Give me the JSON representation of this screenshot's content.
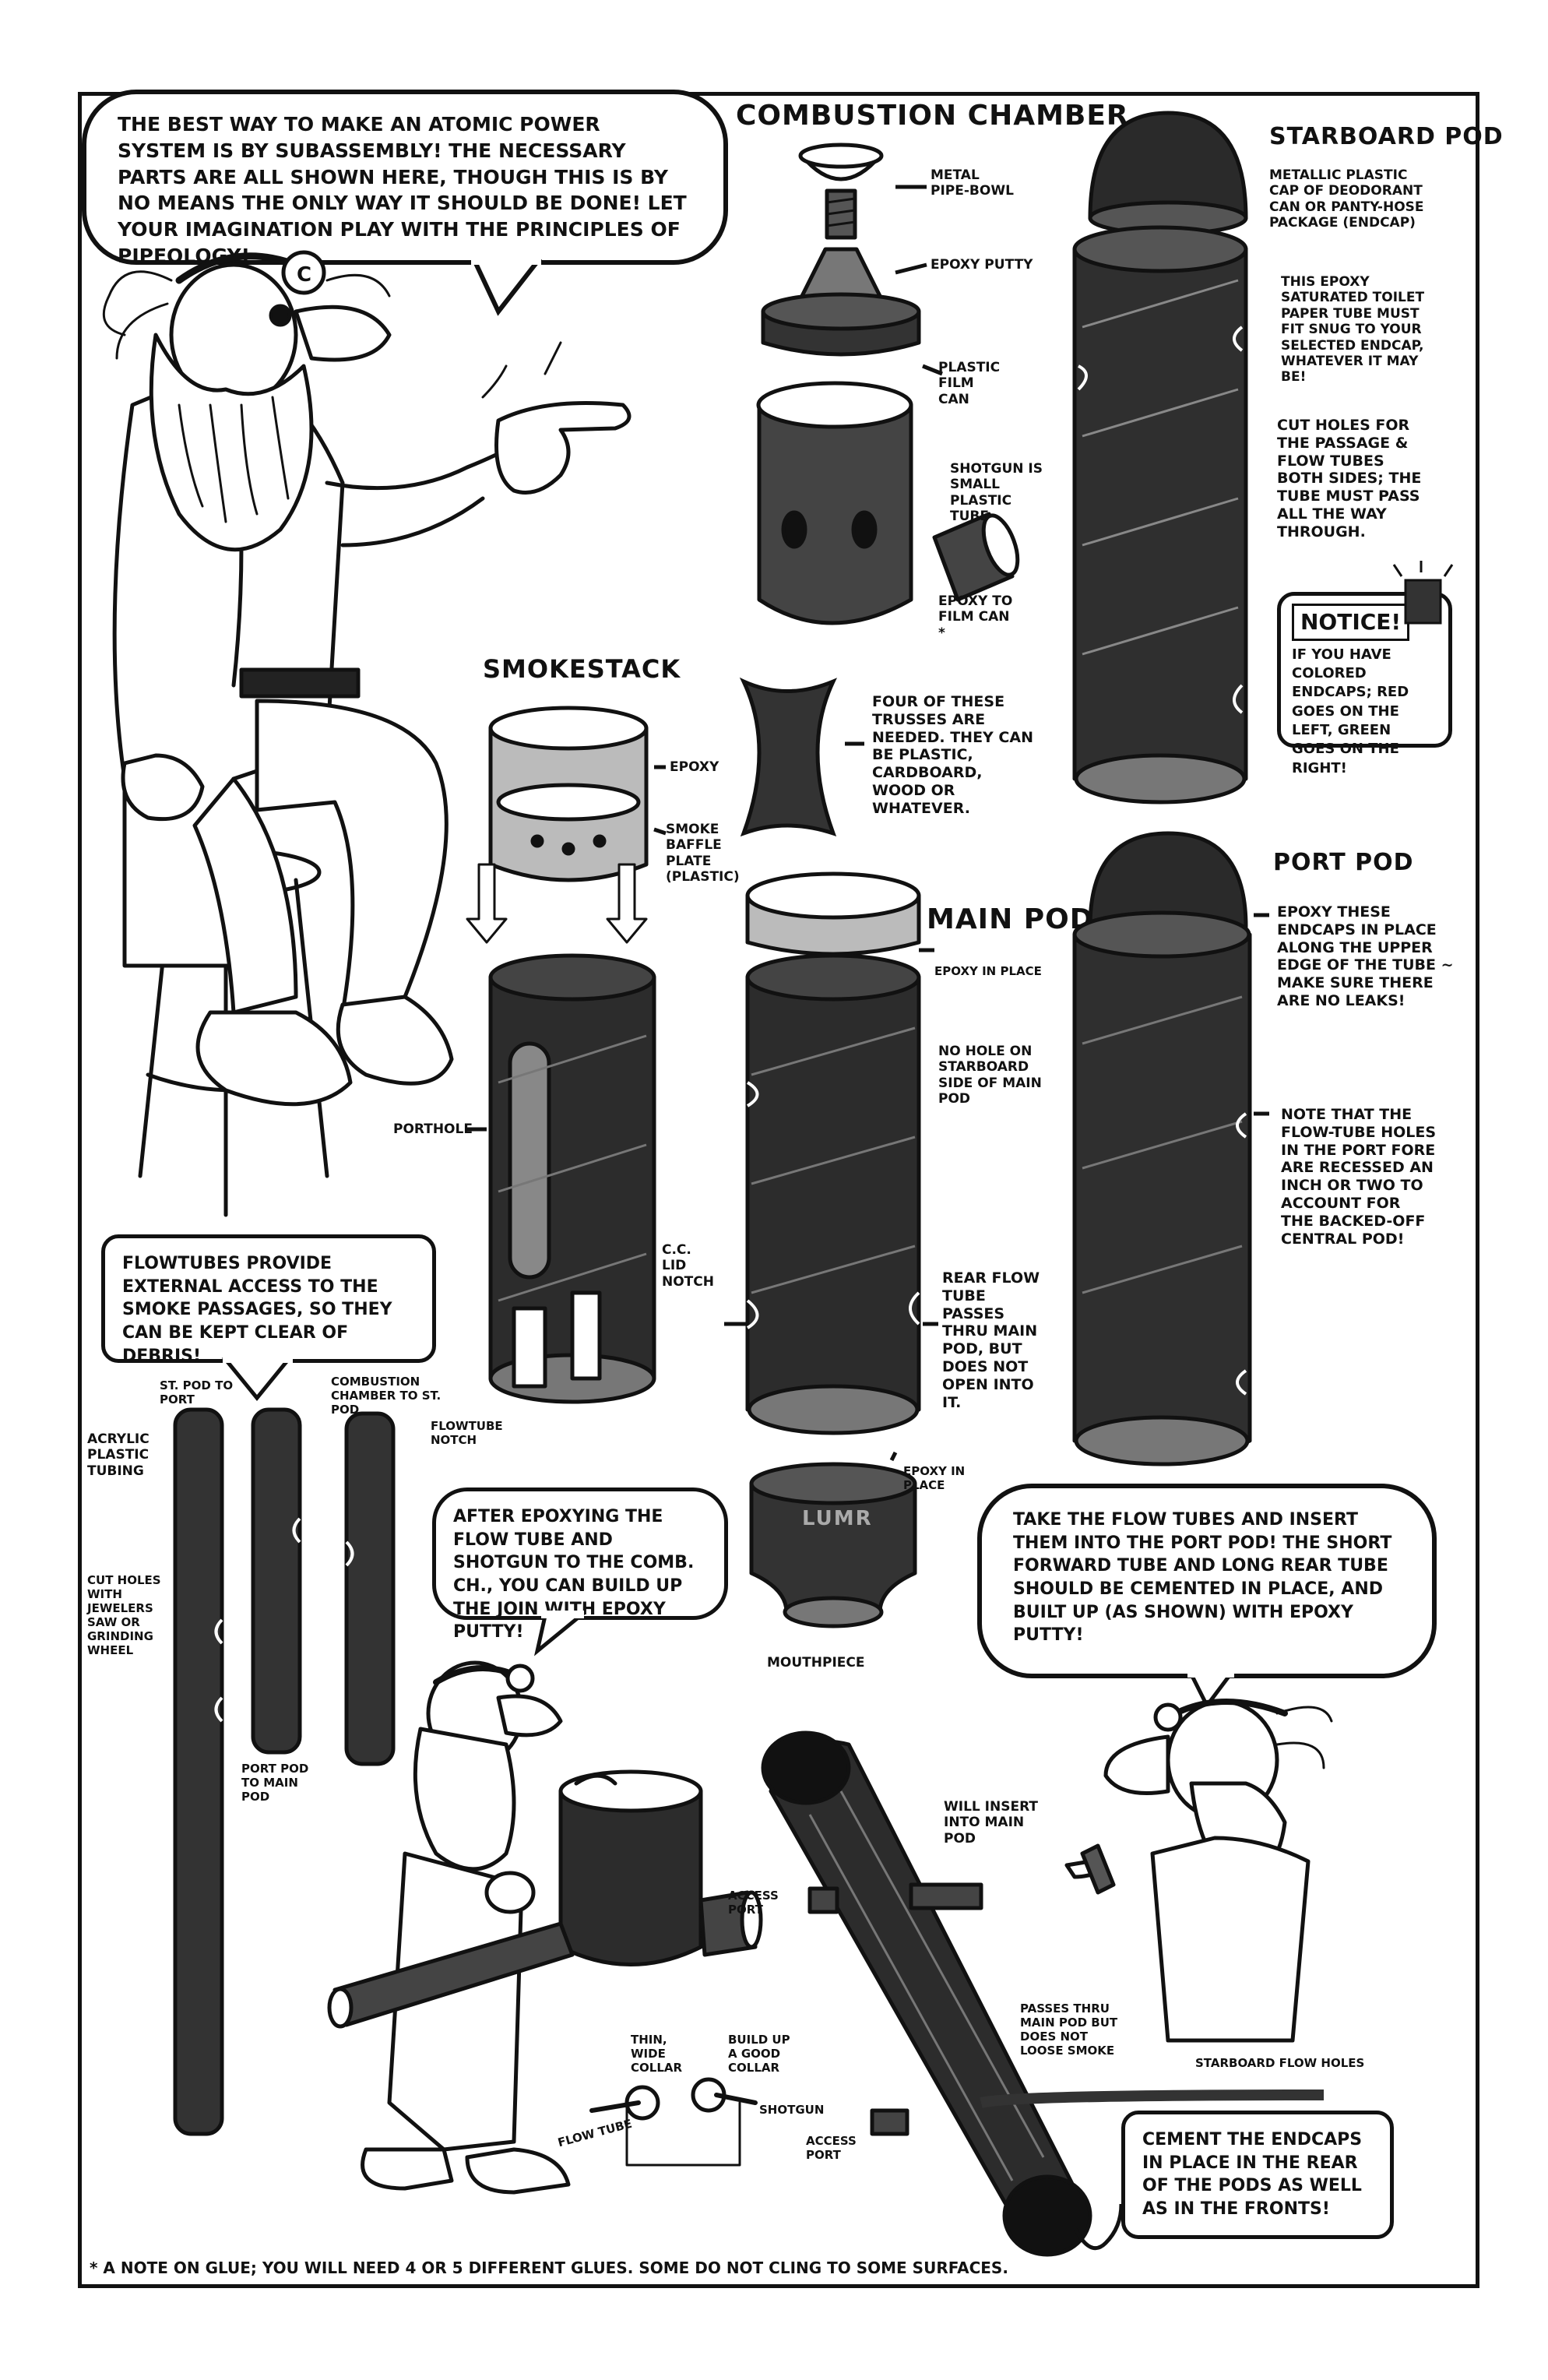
{
  "page": {
    "title_combustion": "COMBUSTION CHAMBER",
    "title_starboard": "STARBOARD POD",
    "title_smokestack": "SMOKESTACK",
    "title_main": "MAIN POD",
    "title_port": "PORT POD",
    "footnote": "* A NOTE ON GLUE; YOU WILL NEED 4 OR 5 DIFFERENT GLUES. SOME DO NOT CLING TO SOME SURFACES."
  },
  "balloons": {
    "intro": "THE BEST WAY TO MAKE AN ATOMIC POWER SYSTEM IS BY SUBASSEMBLY! THE NECESSARY PARTS ARE ALL SHOWN HERE, THOUGH THIS IS BY NO MEANS THE ONLY WAY IT SHOULD BE DONE! LET YOUR IMAGINATION PLAY WITH THE PRINCIPLES OF PIPEOLOGY!",
    "flowtubes": "FLOWTUBES PROVIDE EXTERNAL ACCESS TO THE SMOKE PASSAGES, SO THEY CAN BE KEPT CLEAR OF DEBRIS!",
    "epoxying": "AFTER EPOXYING THE FLOW TUBE AND SHOTGUN TO THE COMB. CH., YOU CAN BUILD UP THE JOIN WITH EPOXY PUTTY!",
    "insert": "TAKE THE FLOW TUBES AND INSERT THEM INTO THE PORT POD! THE SHORT FORWARD TUBE AND LONG REAR TUBE SHOULD BE CEMENTED IN PLACE, AND BUILT UP (AS SHOWN) WITH EPOXY PUTTY!",
    "endcaps": "CEMENT THE ENDCAPS IN PLACE IN THE REAR OF THE PODS AS WELL AS IN THE FRONTS!"
  },
  "notice": {
    "heading": "NOTICE!",
    "text": "IF YOU HAVE COLORED ENDCAPS; RED GOES ON THE LEFT, GREEN GOES ON THE RIGHT!"
  },
  "labels": {
    "metal_bowl": "METAL PIPE-BOWL",
    "epoxy_putty": "EPOXY PUTTY",
    "film_can": "PLASTIC FILM CAN",
    "shotgun": "SHOTGUN IS SMALL PLASTIC TUBE",
    "epoxy_film": "EPOXY TO FILM CAN *",
    "endcap": "METALLIC PLASTIC CAP OF DEODORANT CAN OR PANTY-HOSE PACKAGE (ENDCAP)",
    "toilet_tube": "THIS EPOXY SATURATED TOILET PAPER TUBE MUST FIT SNUG TO YOUR SELECTED ENDCAP, WHATEVER IT MAY BE!",
    "cut_holes": "CUT HOLES FOR THE PASSAGE & FLOW TUBES BOTH SIDES; THE TUBE MUST PASS ALL THE WAY THROUGH.",
    "trusses": "FOUR OF THESE TRUSSES ARE NEEDED. THEY CAN BE PLASTIC, CARDBOARD, WOOD OR WHATEVER.",
    "epoxy": "EPOXY",
    "baffle": "SMOKE BAFFLE PLATE (PLASTIC)",
    "epoxy_in_place": "EPOXY IN PLACE",
    "no_hole": "NO HOLE ON STARBOARD SIDE OF MAIN POD",
    "porthole": "PORTHOLE",
    "cc_lid": "C.C. LID NOTCH",
    "flowtube_notch": "FLOWTUBE NOTCH",
    "rear_flow": "REAR FLOW TUBE PASSES THRU MAIN POD, BUT DOES NOT OPEN INTO IT.",
    "epoxy_in_place2": "EPOXY IN PLACE",
    "mouthpiece": "MOUTHPIECE",
    "epoxy_endcaps": "EPOXY THESE ENDCAPS IN PLACE ALONG THE UPPER EDGE OF THE TUBE ~ MAKE SURE THERE ARE NO LEAKS!",
    "note_flow": "NOTE THAT THE FLOW-TUBE HOLES IN THE PORT FORE ARE RECESSED AN INCH OR TWO TO ACCOUNT FOR THE BACKED-OFF CENTRAL POD!",
    "st_pod_port": "ST. POD TO PORT",
    "cc_st_pod": "COMBUSTION CHAMBER TO ST. POD",
    "acrylic": "ACRYLIC PLASTIC TUBING",
    "cut_jewel": "CUT HOLES WITH JEWELERS SAW OR GRINDING WHEEL",
    "port_main": "PORT POD TO MAIN POD",
    "thin_collar": "THIN, WIDE COLLAR",
    "good_collar": "BUILD UP A GOOD COLLAR",
    "flow_tube": "FLOW TUBE",
    "shotgun2": "SHOTGUN",
    "access1": "ACCESS PORT",
    "access2": "ACCESS PORT",
    "will_insert": "WILL INSERT INTO MAIN POD",
    "passes_thru": "PASSES THRU MAIN POD BUT DOES NOT LOOSE SMOKE",
    "starboard_flow": "STARBOARD FLOW HOLES",
    "mouth_brand": "LUMR"
  },
  "colors": {
    "ink": "#111111",
    "paper": "#ffffff",
    "tube_dark": "#2a2a2a",
    "tube_mid": "#6a6a6a"
  }
}
